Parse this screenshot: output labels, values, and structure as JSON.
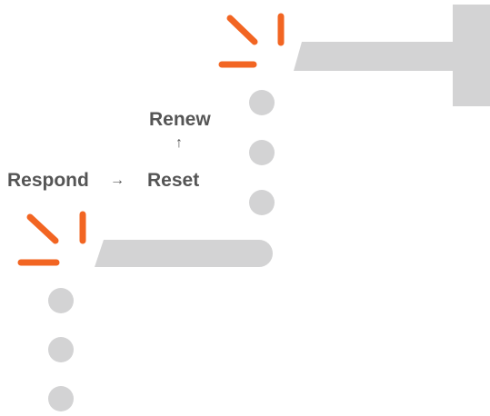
{
  "labels": {
    "renew": "Renew",
    "respond": "Respond",
    "reset": "Reset",
    "up_arrow": "↑",
    "right_arrow": "→"
  },
  "colors": {
    "accent": "#F26522",
    "track": "#D3D3D4",
    "text": "#555555"
  }
}
